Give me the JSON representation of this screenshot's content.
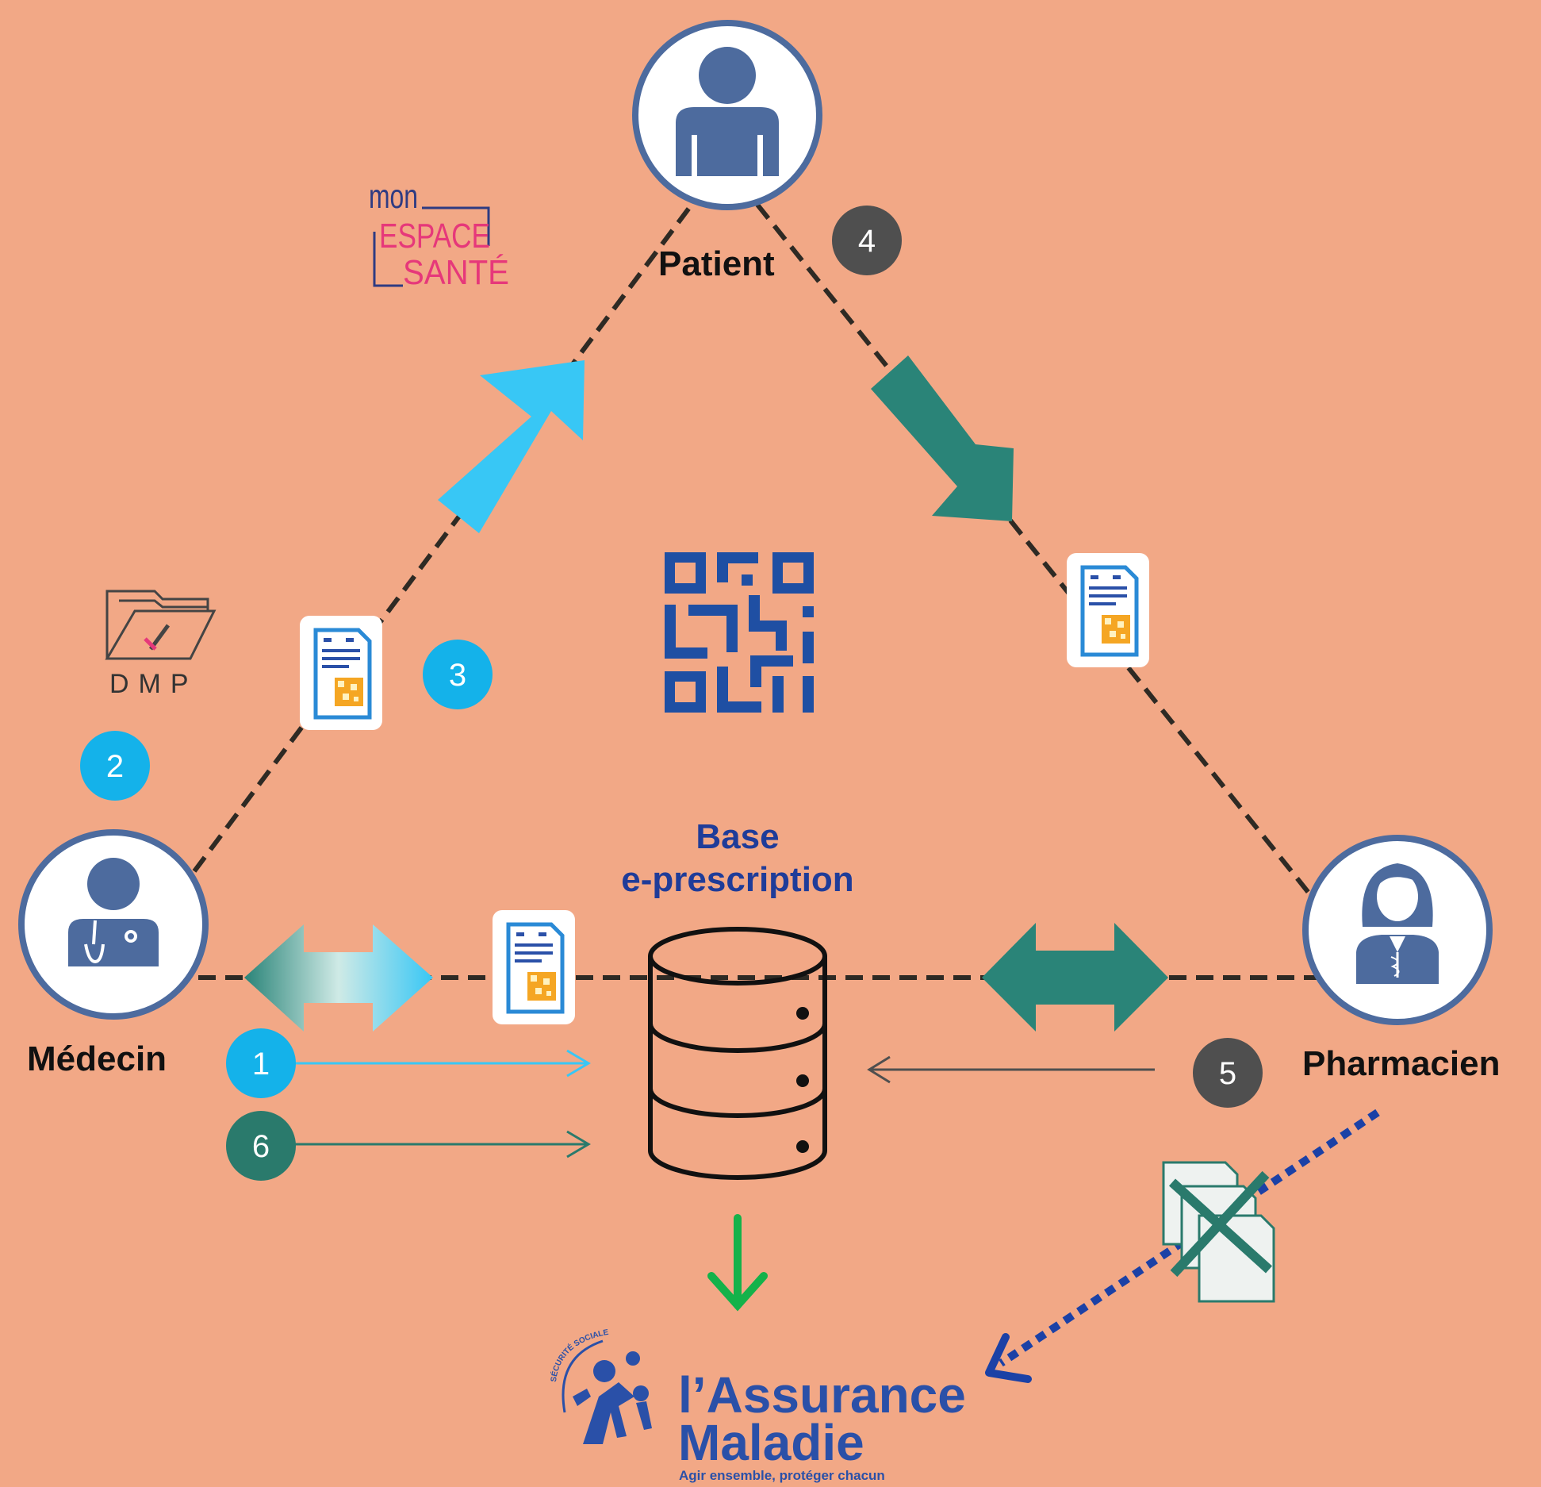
{
  "actors": {
    "patient": "Patient",
    "medecin": "Médecin",
    "pharmacien": "Pharmacien"
  },
  "database": {
    "line1": "Base",
    "line2": "e-prescription"
  },
  "steps": {
    "s1": "1",
    "s2": "2",
    "s3": "3",
    "s4": "4",
    "s5": "5",
    "s6": "6"
  },
  "logos": {
    "mon_espace_sante": [
      "mon",
      "ESPACE",
      "SANTÉ"
    ],
    "dmp": "DMP",
    "assurance_line1": "l’Assurance",
    "assurance_line2": "Maladie",
    "assurance_tagline": "Agir ensemble, protéger chacun",
    "securite_sociale": "SÉCURITÉ SOCIALE"
  },
  "colors": {
    "background": "#f2a886",
    "circle_fill": "#ffffff",
    "circle_stroke": "#4d6b9e",
    "person": "#4d6b9e",
    "dashed_line": "#2e2a24",
    "light_blue": "#38c7f5",
    "step_blue": "#14b2ea",
    "teal": "#2a8478",
    "step_dark": "#4f4f4f",
    "step_teal": "#2a7a6c",
    "qr_navy": "#1f4fa3",
    "db_label": "#1f3c99",
    "green_arrow": "#14b24a",
    "dotted_blue": "#1b41a6",
    "assurance_blue": "#2a50a8",
    "mes_pink": "#e6387a",
    "mes_navy": "#2e3b82"
  }
}
